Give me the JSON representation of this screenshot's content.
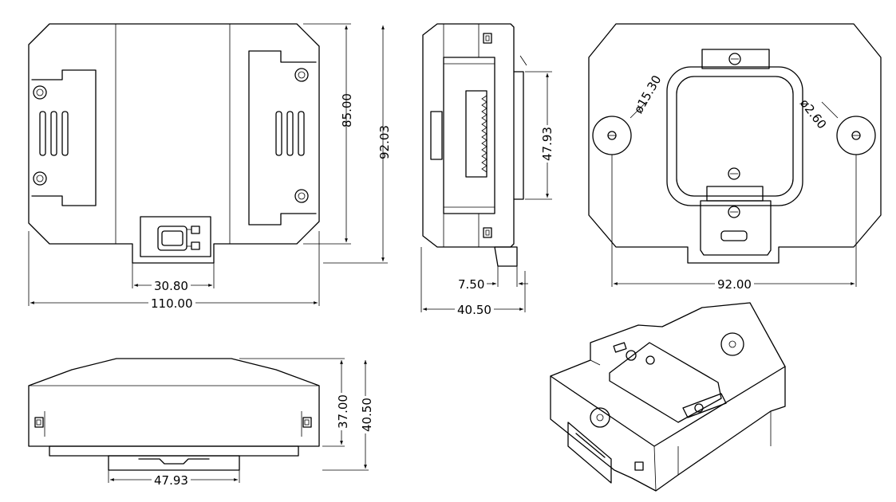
{
  "dimensions": {
    "front_height_inner": "85.00",
    "front_height_outer": "92.03",
    "front_connector_width": "30.80",
    "front_width": "110.00",
    "side_plate_height": "47.93",
    "side_plate_depth": "7.50",
    "side_width": "40.50",
    "back_hole_large": "ø15.30",
    "back_hole_small": "ø2.60",
    "back_hole_spacing": "92.00",
    "bottom_height_inner": "37.00",
    "bottom_height_outer": "40.50",
    "bottom_plate_width": "47.93"
  }
}
